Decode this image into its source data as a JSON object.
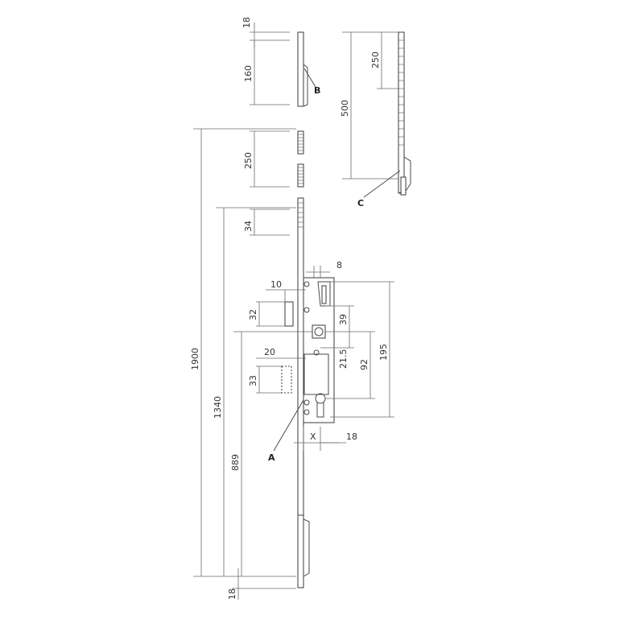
{
  "labels": {
    "a": "A",
    "b": "B",
    "c": "C",
    "x": "X"
  },
  "dimensions": {
    "d18_top": "18",
    "d160": "160",
    "d250_left": "250",
    "d34": "34",
    "d1900": "1900",
    "d1340": "1340",
    "d889": "889",
    "d18_bottom": "18",
    "d500": "500",
    "d250_right": "250",
    "d8": "8",
    "d10": "10",
    "d32": "32",
    "d39": "39",
    "d20": "20",
    "d21_5": "21.5",
    "d92": "92",
    "d195": "195",
    "d33": "33",
    "d18_x": "18"
  }
}
